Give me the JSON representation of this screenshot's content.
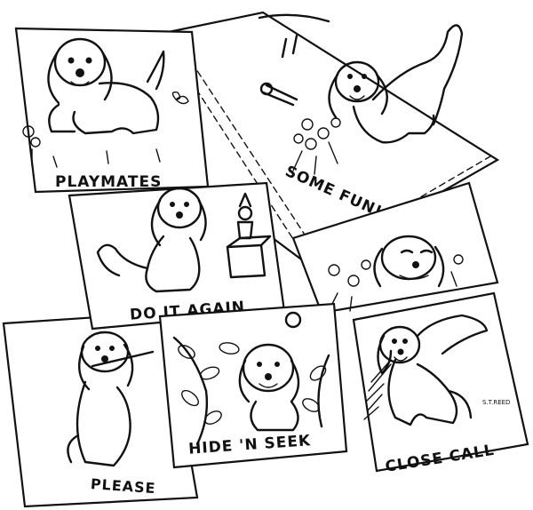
{
  "captions": {
    "playmates": "PLAYMATES",
    "some_fun": "SOME FUN!",
    "do_it_again": "DO IT AGAIN",
    "please": "PLEASE",
    "hide_n_seek": "HIDE 'N SEEK",
    "close_call": "CLOSE CALL"
  },
  "artist_signature": "S.T.REED"
}
